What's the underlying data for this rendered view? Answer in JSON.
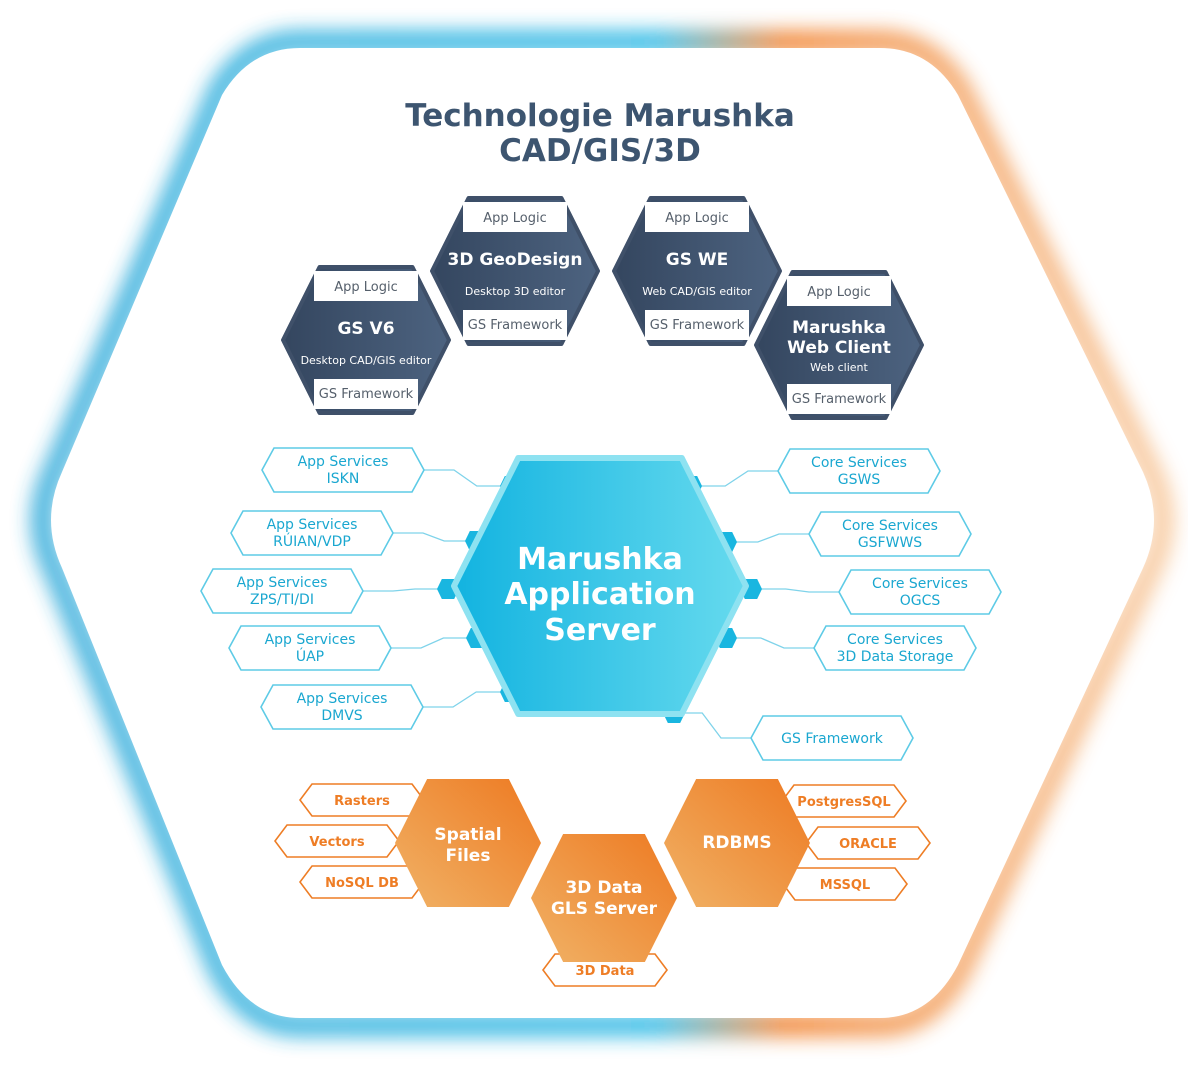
{
  "title": {
    "line1": "Technologie Marushka",
    "line2": "CAD/GIS/3D"
  },
  "colors": {
    "dark": "#3f5069",
    "cyan": "#19b6e0",
    "cyan_light": "#5bd6ec",
    "orange": "#ee7d25",
    "orange_light": "#f1ad5e",
    "title": "#3d5570"
  },
  "apps": [
    {
      "top": "App Logic",
      "name": "GS V6",
      "name2": "",
      "sub": "Desktop CAD/GIS editor",
      "bottom": "GS Framework"
    },
    {
      "top": "App Logic",
      "name": "3D GeoDesign",
      "name2": "",
      "sub": "Desktop 3D editor",
      "bottom": "GS Framework"
    },
    {
      "top": "App Logic",
      "name": "GS WE",
      "name2": "",
      "sub": "Web CAD/GIS editor",
      "bottom": "GS Framework"
    },
    {
      "top": "App Logic",
      "name": "Marushka",
      "name2": "Web Client",
      "sub": "Web client",
      "bottom": "GS Framework"
    }
  ],
  "center": {
    "line1": "Marushka",
    "line2": "Application",
    "line3": "Server"
  },
  "left_services": [
    {
      "line1": "App Services",
      "line2": "ISKN"
    },
    {
      "line1": "App Services",
      "line2": "RÚIAN/VDP"
    },
    {
      "line1": "App Services",
      "line2": "ZPS/TI/DI"
    },
    {
      "line1": "App Services",
      "line2": "ÚAP"
    },
    {
      "line1": "App Services",
      "line2": "DMVS"
    }
  ],
  "right_services": [
    {
      "line1": "Core Services",
      "line2": "GSWS"
    },
    {
      "line1": "Core Services",
      "line2": "GSFWWS"
    },
    {
      "line1": "Core Services",
      "line2": "OGCS"
    },
    {
      "line1": "Core Services",
      "line2": "3D Data Storage"
    },
    {
      "line1": "GS Framework",
      "line2": ""
    }
  ],
  "spatial": {
    "line1": "Spatial",
    "line2": "Files",
    "items": [
      "Rasters",
      "Vectors",
      "NoSQL DB"
    ]
  },
  "gls": {
    "line1": "3D Data",
    "line2": "GLS Server",
    "items": [
      "3D Data"
    ]
  },
  "rdbms": {
    "label": "RDBMS",
    "items": [
      "PostgresSQL",
      "ORACLE",
      "MSSQL"
    ]
  }
}
